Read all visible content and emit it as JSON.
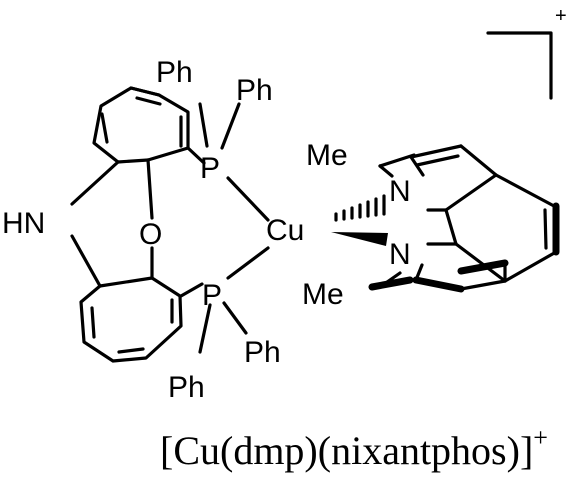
{
  "labels": {
    "ph_top_left": "Ph",
    "ph_top_right": "Ph",
    "ph_bottom_right": "Ph",
    "ph_bottom_left": "Ph",
    "p_top": "P",
    "p_bottom": "P",
    "oxygen": "O",
    "amine": "HN",
    "copper": "Cu",
    "n_top": "N",
    "n_bottom": "N",
    "me_top": "Me",
    "me_bottom": "Me",
    "charge": "+"
  },
  "caption": {
    "text": "[Cu(dmp)(nixantphos)]",
    "superscript": "+"
  }
}
